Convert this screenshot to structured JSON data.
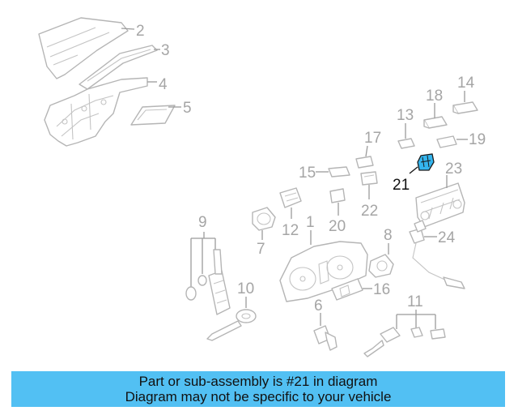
{
  "callouts": {
    "c1": "1",
    "c2": "2",
    "c3": "3",
    "c4": "4",
    "c5": "5",
    "c6": "6",
    "c7": "7",
    "c8": "8",
    "c9": "9",
    "c10": "10",
    "c11": "11",
    "c12": "12",
    "c13": "13",
    "c14": "14",
    "c15": "15",
    "c16": "16",
    "c17": "17",
    "c18": "18",
    "c19": "19",
    "c20": "20",
    "c21": "21",
    "c22": "22",
    "c23": "23",
    "c24": "24"
  },
  "highlight_color": "#34b5ee",
  "banner": {
    "line1": "Part or sub-assembly is #21 in diagram",
    "line2": "Diagram may not be specific to your vehicle",
    "background": "#52c0f3"
  }
}
